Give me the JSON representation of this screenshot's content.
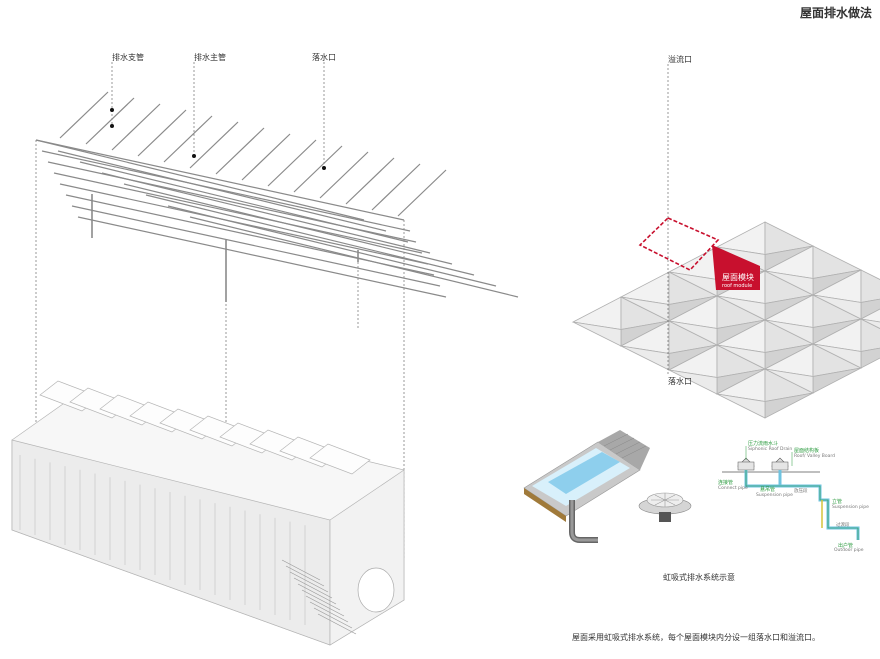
{
  "page_title": "屋面排水做法",
  "left_diagram": {
    "labels": {
      "branch_pipe": "排水支管",
      "main_pipe": "排水主管",
      "drain_outlet": "落水口"
    }
  },
  "roof_module_diagram": {
    "overflow_label": "溢流口",
    "drain_label": "落水口",
    "module_tag": {
      "cn": "屋面模块",
      "en": "roof module"
    }
  },
  "siphonic_detail": {
    "labels": {
      "pressure_drain_cn": "压力流雨水斗",
      "pressure_drain_en": "Siphonic Roof Drain",
      "valley_board_cn": "屋面结构板",
      "valley_board_en": "Roof/ Valley Board",
      "connect_pipe_cn": "连接管",
      "connect_pipe_en": "Connect pipe",
      "suspension_pipe_cn": "悬吊管",
      "suspension_pipe_en": "Suspension pipe",
      "riser_cn": "立管",
      "riser_en": "Suspension pipe",
      "transition_cn": "过渡段",
      "outlet_cn": "出户管",
      "outlet_en": "Outdoor pipe",
      "transfer_cn": "放压段"
    },
    "caption": "虹吸式排水系统示意"
  },
  "footnote": "屋面采用虹吸式排水系统，每个屋面模块内分设一组落水口和溢流口。",
  "colors": {
    "accent_red": "#c8102e",
    "pipe_gray": "#9a9a9a",
    "label_green": "#2a9a3e",
    "pipe_blue": "#6fc3e0"
  }
}
